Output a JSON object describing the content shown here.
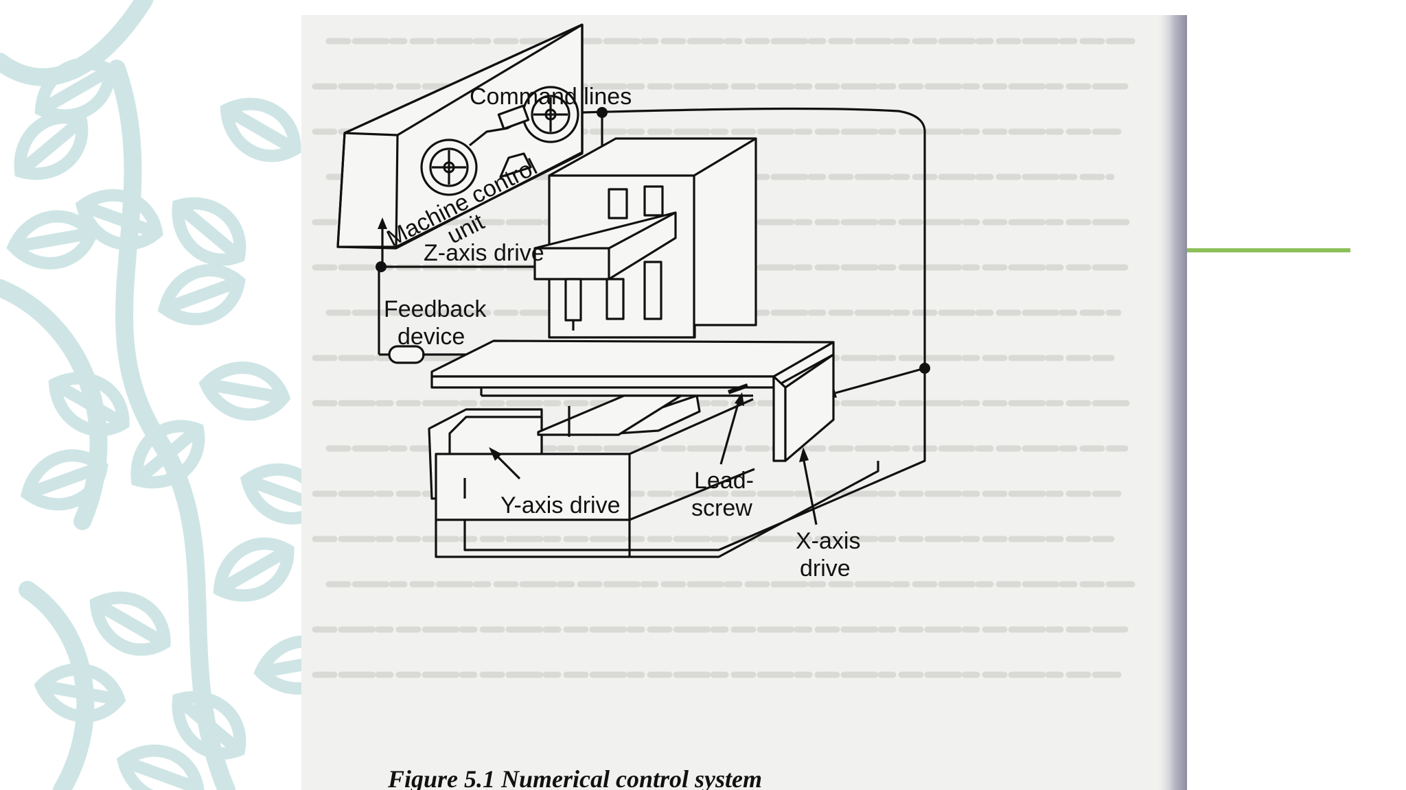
{
  "slide": {
    "colors": {
      "leaf": "#cfe5e5",
      "accent_line": "#8cc058",
      "ink": "#111111",
      "scan_paper": "#f1f1ef"
    }
  },
  "figure": {
    "labels": {
      "machine_control_unit_line1": "Machine control",
      "machine_control_unit_line2": "unit",
      "command_lines": "Command lines",
      "z_axis_drive": "Z-axis drive",
      "feedback_device_line1": "Feedback",
      "feedback_device_line2": "device",
      "y_axis_drive": "Y-axis drive",
      "lead_screw_line1": "Lead-",
      "lead_screw_line2": "screw",
      "x_axis_drive_line1": "X-axis",
      "x_axis_drive_line2": "drive"
    },
    "caption": "Figure 5.1 Numerical control system"
  }
}
